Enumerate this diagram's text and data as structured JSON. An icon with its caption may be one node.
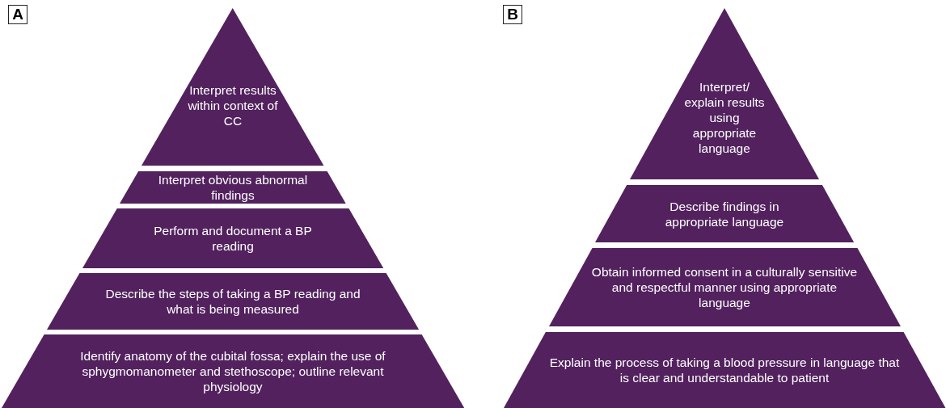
{
  "diagram": {
    "nodes": [
      {
        "text": [
          "Interpret results within context of CC"
        ]
      },
      {
        "text": [
          "Interpret obvious abnormal findings"
        ]
      },
      {
        "text": [
          "Perform and document a BP reading"
        ]
      },
      {
        "text": [
          "Describe the steps of taking a BP reading and what is being measured"
        ]
      },
      {
        "text": [
          "Identify anatomy of the cubital fossa; explain the use of sphygmomanometer and stethoscope; outline relevant physiology"
        ]
      },
      {
        "text": [
          "Interpret/ explain results using appropriate language"
        ]
      },
      {
        "text": [
          "Describe findings in appropriate language"
        ]
      },
      {
        "text": [
          "Obtain informed consent in a culturally sensitive and respectful manner using appropriate language"
        ]
      },
      {
        "text": [
          "Explain the process of taking a blood pressure in language that is clear and understandable to patient"
        ]
      }
    ],
    "labels": [
      "A",
      "B"
    ]
  }
}
